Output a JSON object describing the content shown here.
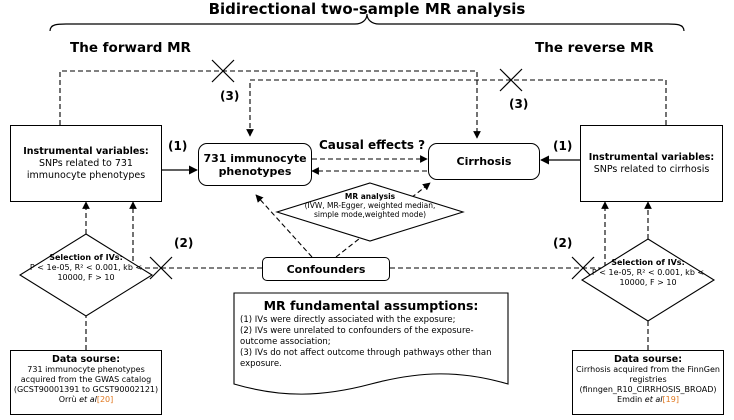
{
  "title": "Bidirectional two-sample MR analysis",
  "forward": {
    "heading": "The forward MR",
    "iv_title": "Instrumental variables:",
    "iv_body": "SNPs related to 731 immunocyte phenotypes",
    "arrow_label": "(1)",
    "confounder_label": "(2)",
    "direct_label": "(3)",
    "selection_title": "Selection of IVs:",
    "selection_body": "P < 1e-05, R² < 0.001, kb < 10000, F > 10",
    "data_title": "Data sourse:",
    "data_body": "731 immunocyte phenotypes acquired from the GWAS catalog (GCST90001391 to GCST90002121)",
    "citation_author": "Orrù",
    "citation_etal": "et al",
    "citation_ref": "[20]"
  },
  "reverse": {
    "heading": "The reverse MR",
    "iv_title": "Instrumental variables:",
    "iv_body": "SNPs related to cirrhosis",
    "arrow_label": "(1)",
    "confounder_label": "(2)",
    "direct_label": "(3)",
    "selection_title": "Selection of IVs:",
    "selection_body": "P < 1e-05, R² < 0.001, kb < 10000, F > 10",
    "data_title": "Data sourse:",
    "data_body": "Cirrhosis acquired from the FinnGen registries (finngen_R10_CIRRHOSIS_BROAD)",
    "citation_author": "Emdin",
    "citation_etal": "et al",
    "citation_ref": "[19]"
  },
  "center": {
    "exposure": "731 immunocyte phenotypes",
    "outcome": "Cirrhosis",
    "causal_label": "Causal effects ?",
    "mr_title": "MR analysis",
    "mr_body": "(IVW, MR-Egger, weighted median, simple mode,weighted mode)",
    "confounders": "Confounders"
  },
  "assumptions": {
    "title": "MR fundamental assumptions:",
    "items": [
      "(1) IVs were directly associated with the exposure;",
      "(2) IVs were unrelated to confounders of the exposure-outcome association;",
      "(3) IVs do not affect outcome through pathways other than exposure."
    ]
  }
}
